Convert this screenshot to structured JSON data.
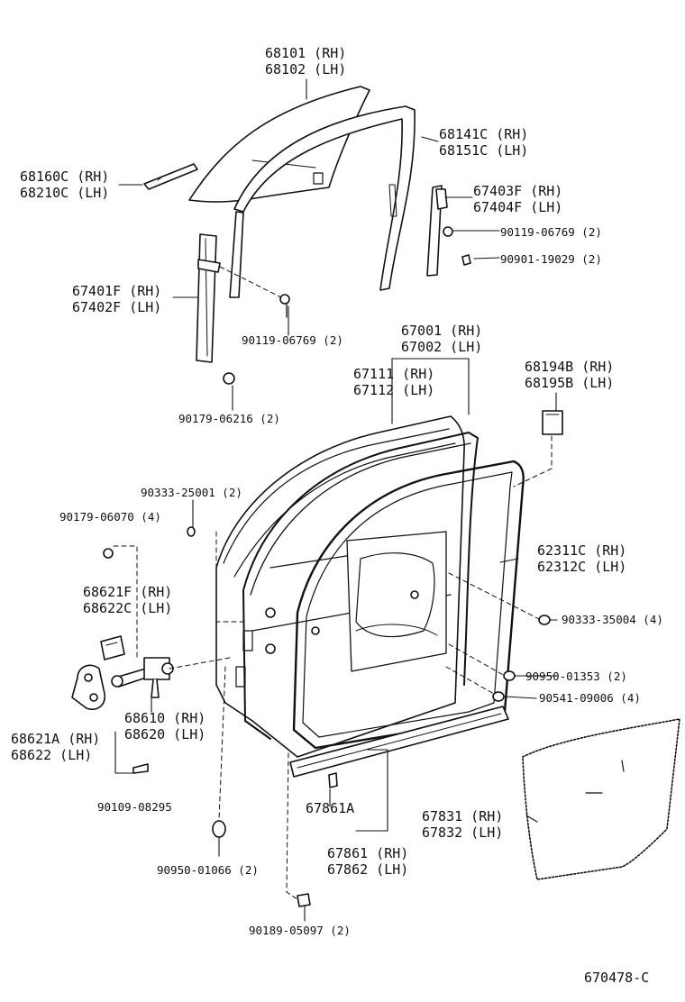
{
  "diagram": {
    "id": "670478-C",
    "labels": {
      "l68101": "68101 (RH)",
      "l68102": "68102 (LH)",
      "l68141c": "68141C (RH)",
      "l68151c": "68151C (LH)",
      "l68160c": "68160C (RH)",
      "l68210c": "68210C (LH)",
      "l67403f": "67403F (RH)",
      "l67404f": "67404F (LH)",
      "l90119b": "90119-06769 (2)",
      "l90901": "90901-19029 (2)",
      "l67401f": "67401F (RH)",
      "l67402f": "67402F (LH)",
      "l90119a": "90119-06769 (2)",
      "l67001": "67001 (RH)",
      "l67002": "67002 (LH)",
      "l67111": "67111 (RH)",
      "l67112": "67112 (LH)",
      "l68194b": "68194B (RH)",
      "l68195b": "68195B (LH)",
      "l90179a": "90179-06216 (2)",
      "l90333a": "90333-25001 (2)",
      "l90179b": "90179-06070 (4)",
      "l68621f": "68621F (RH)",
      "l68622c": "68622C (LH)",
      "l62311c": "62311C (RH)",
      "l62312c": "62312C (LH)",
      "l90333b": "90333-35004 (4)",
      "l90950a": "90950-01353 (2)",
      "l90541": "90541-09006 (4)",
      "l68621a": "68621A (RH)",
      "l68622": "68622  (LH)",
      "l68610": "68610 (RH)",
      "l68620": "68620 (LH)",
      "l90109": "90109-08295",
      "l67861a": "67861A",
      "l67831": "67831 (RH)",
      "l67832": "67832 (LH)",
      "l67861": "67861 (RH)",
      "l67862": "67862 (LH)",
      "l90950b": "90950-01066 (2)",
      "l90189": "90189-05097 (2)"
    }
  }
}
